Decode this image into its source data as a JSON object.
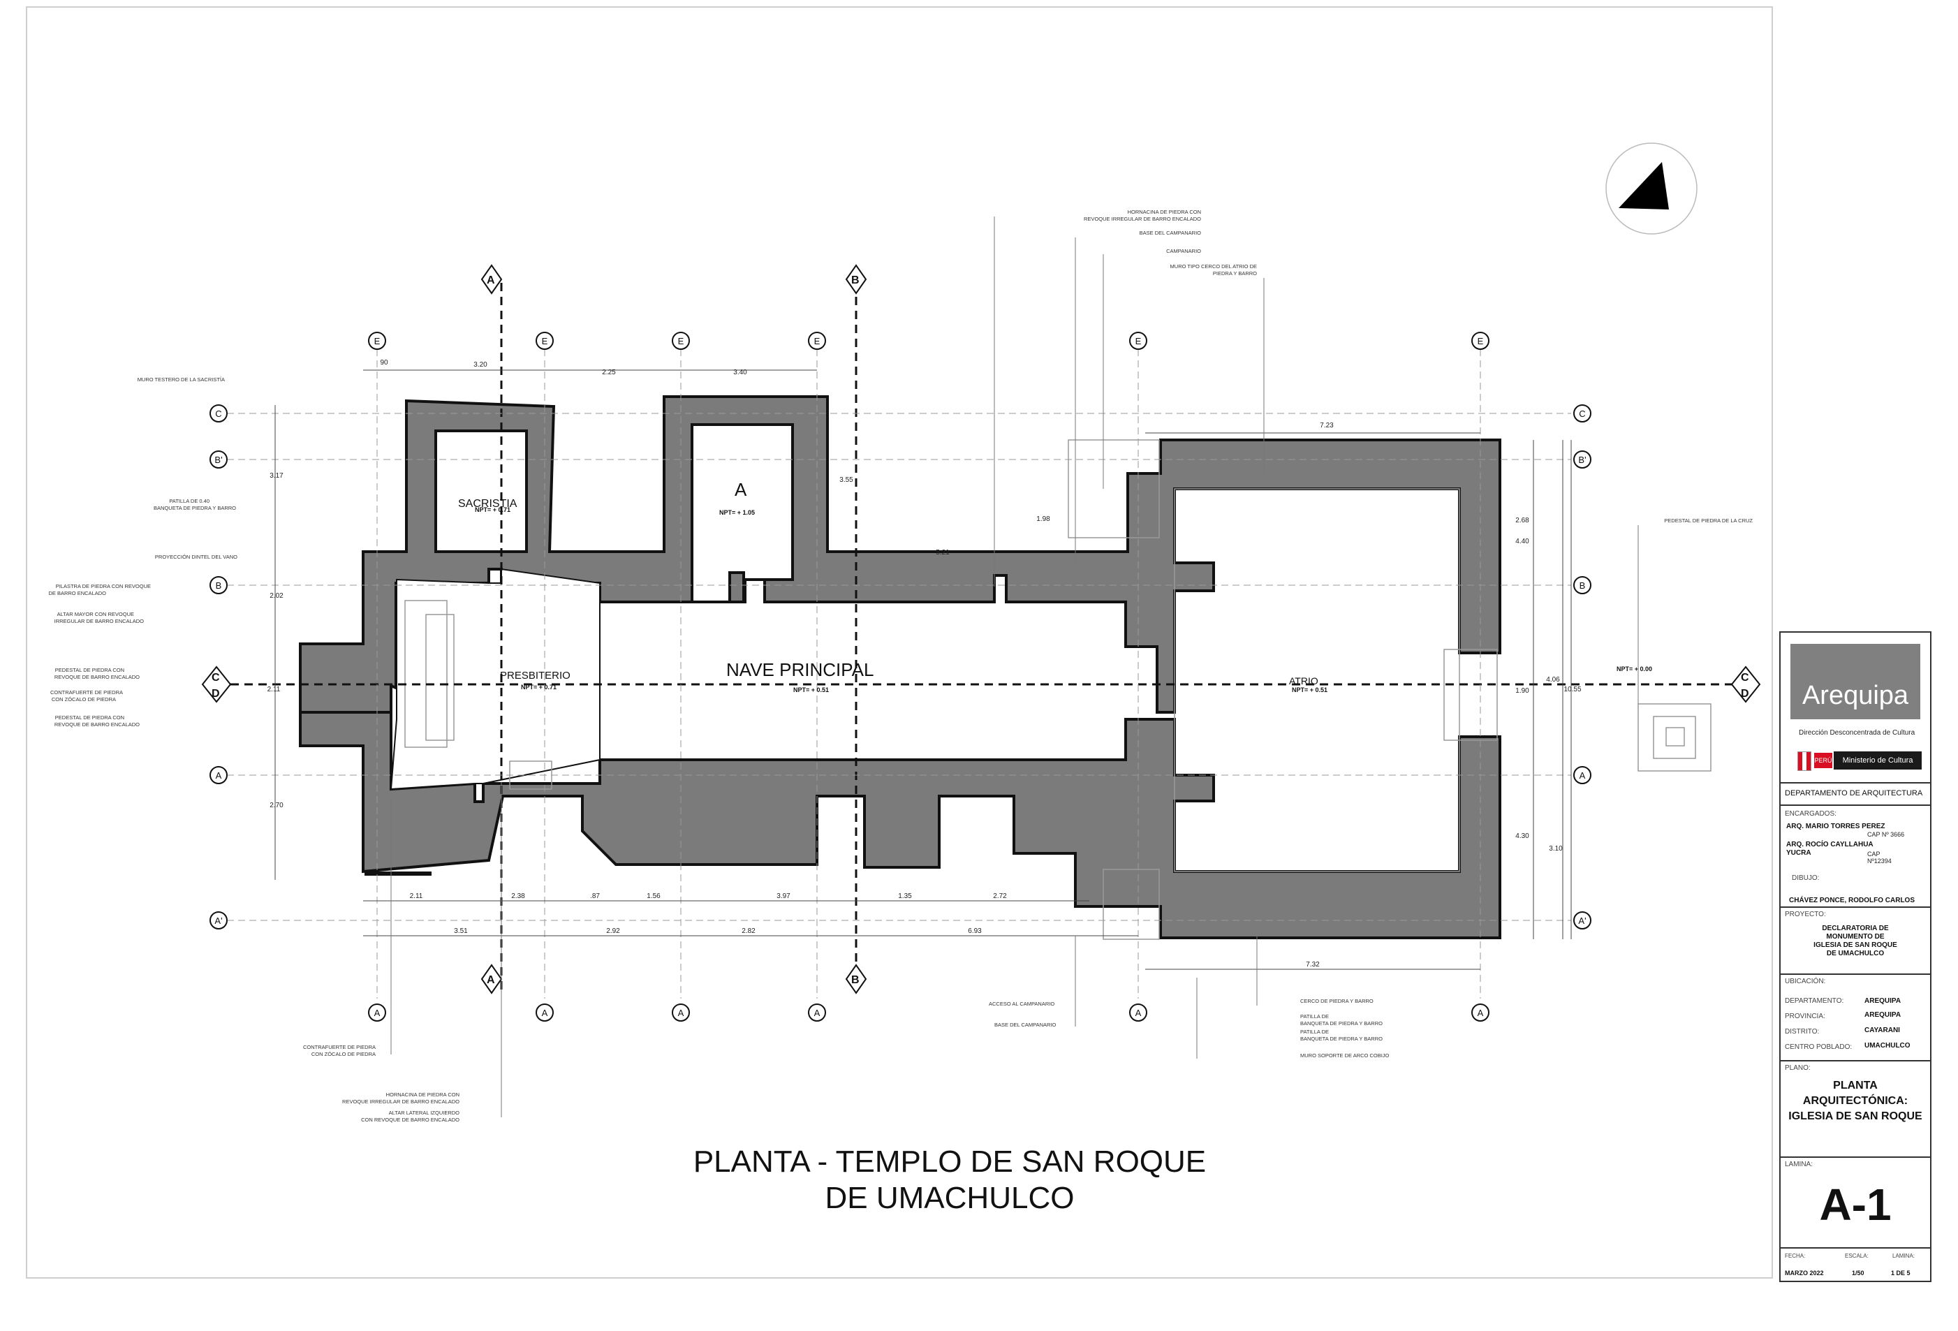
{
  "drawing": {
    "title_line1": "PLANTA - TEMPLO DE SAN ROQUE",
    "title_line2": "DE UMACHULCO",
    "rooms": {
      "sacristia": "SACRISTIA",
      "room_a": "A",
      "presbiterio": "PRESBITERIO",
      "nave": "NAVE PRINCIPAL",
      "atrio": "ATRIO"
    },
    "levels": [
      "NPT= + 0.71",
      "NPT= + 1.05",
      "NPT= + 0.71",
      "NPT= + 0.51",
      "NPT= + 0.51",
      "NPT= + 0.00"
    ],
    "section_markers": {
      "a": "A",
      "b": "B",
      "c": "C",
      "d": "D"
    },
    "grid_bubbles": {
      "e": "E",
      "a": "A",
      "c": "C",
      "b_prime": "B'",
      "b": "B",
      "a_prime": "A'"
    },
    "dims_top": [
      "90",
      "3.20",
      "2.25",
      "3.40"
    ],
    "dims_mid": [
      "7.23",
      "1.98",
      "5.21",
      "3.55",
      "2.68",
      "4.40",
      "4.06",
      "1.90",
      "10.55",
      "4.30",
      "3.10"
    ],
    "dims_left": [
      "3.17",
      "2.02",
      "2.11",
      "2.70"
    ],
    "dims_bottom1": [
      "2.11",
      "2.38",
      ".87",
      "1.56",
      "3.97",
      "1.35",
      "2.72"
    ],
    "dims_bottom2": [
      "3.51",
      "2.92",
      "2.82",
      "6.93",
      "7.32"
    ],
    "notes_left": [
      "MURO TESTERO DE LA SACRISTÍA",
      "PATILLA DE 0.40",
      "BANQUETA DE PIEDRA Y BARRO",
      "PROYECCIÓN DINTEL DEL VANO",
      "PILASTRA DE PIEDRA CON REVOQUE",
      "DE BARRO ENCALADO",
      "ALTAR MAYOR CON REVOQUE",
      "IRREGULAR DE BARRO ENCALADO",
      "PEDESTAL DE PIEDRA CON",
      "REVOQUE DE BARRO ENCALADO",
      "CONTRAFUERTE DE PIEDRA",
      "CON ZÓCALO DE PIEDRA",
      "PEDESTAL DE PIEDRA CON",
      "REVOQUE DE BARRO ENCALADO"
    ],
    "notes_bottom_left": [
      "CONTRAFUERTE DE PIEDRA",
      "CON ZÓCALO DE PIEDRA",
      "HORNACINA DE PIEDRA CON",
      "REVOQUE IRREGULAR DE BARRO ENCALADO",
      "ALTAR LATERAL IZQUIERDO",
      "CON REVOQUE DE BARRO ENCALADO"
    ],
    "notes_top": [
      "HORNACINA DE PIEDRA CON",
      "REVOQUE IRREGULAR DE BARRO ENCALADO",
      "BASE DEL CAMPANARIO",
      "CAMPANARIO",
      "MURO TIPO CERCO DEL ATRIO DE",
      "PIEDRA Y BARRO"
    ],
    "notes_right": [
      "PEDESTAL DE PIEDRA DE LA CRUZ"
    ],
    "notes_bottom": [
      "ACCESO AL CAMPANARIO",
      "BASE DEL CAMPANARIO",
      "CERCO DE PIEDRA Y BARRO",
      "PATILLA DE",
      "BANQUETA DE PIEDRA Y BARRO",
      "PATILLA DE",
      "BANQUETA DE PIEDRA Y BARRO",
      "MURO SOPORTE DE ARCO COBIJO"
    ]
  },
  "title_block": {
    "logo_text": "Arequipa",
    "logo_subtitle": "Dirección Desconcentrada de Cultura",
    "peru_label": "PERÚ",
    "ministry_label": "Ministerio de Cultura",
    "department": "DEPARTAMENTO DE ARQUITECTURA",
    "encargados_label": "ENCARGADOS:",
    "arch1_name": "ARQ. MARIO TORRES PEREZ",
    "arch1_cap": "CAP Nº 3666",
    "arch2_name_line1": "ARQ. ROCÍO CAYLLAHUA",
    "arch2_name_line2": "YUCRA",
    "arch2_cap_line1": "CAP",
    "arch2_cap_line2": "Nº12394",
    "dibujo_label": "DIBUJO:",
    "dibujo_name": "CHÁVEZ PONCE, RODOLFO CARLOS",
    "proyecto_label": "PROYECTO:",
    "proyecto_lines": [
      "DECLARATORIA DE",
      "MONUMENTO DE",
      "IGLESIA DE SAN ROQUE",
      "DE UMACHULCO"
    ],
    "ubicacion_label": "UBICACIÓN:",
    "departamento_label": "DEPARTAMENTO:",
    "departamento_value": "AREQUIPA",
    "provincia_label": "PROVINCIA:",
    "provincia_value": "AREQUIPA",
    "distrito_label": "DISTRITO:",
    "distrito_value": "CAYARANI",
    "centro_label": "CENTRO POBLADO:",
    "centro_value": "UMACHULCO",
    "plano_label": "PLANO:",
    "plano_lines": [
      "PLANTA",
      "ARQUITECTÓNICA:",
      "IGLESIA DE SAN ROQUE"
    ],
    "lamina_label": "LAMINA:",
    "lamina_code": "A-1",
    "fecha_label": "FECHA:",
    "escala_label": "ESCALA:",
    "lamina2_label": "LAMINA:",
    "fecha_value": "MARZO 2022",
    "escala_value": "1/50",
    "lamina_value": "1 DE 5"
  }
}
